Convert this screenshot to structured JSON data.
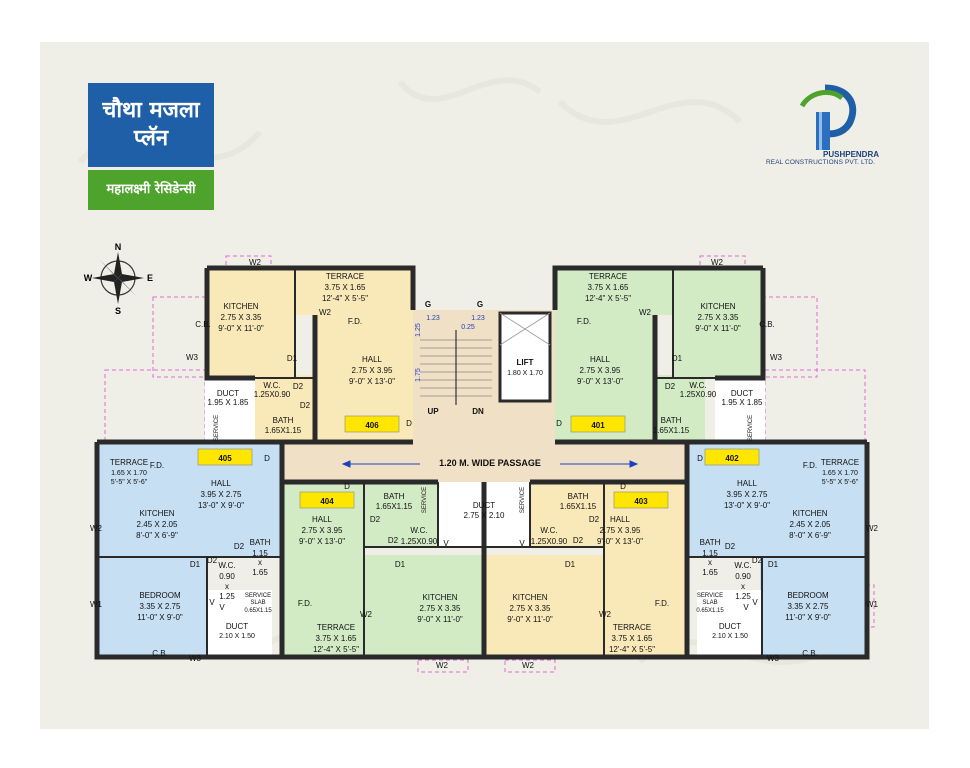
{
  "header": {
    "title_line1": "चौथा मजला",
    "title_line2": "प्लॅन",
    "project": "महालक्ष्मी रेसिडेन्सी"
  },
  "brand": {
    "name": "PUSHPENDRA",
    "tagline": "REAL CONSTRUCTIONS PVT. LTD.",
    "colors": {
      "blue": "#1f5fa8",
      "green": "#4ea32c"
    }
  },
  "compass": {
    "n": "N",
    "s": "S",
    "e": "E",
    "w": "W"
  },
  "passage": "1.20 M. WIDE PASSAGE",
  "lift": {
    "label": "LIFT",
    "size": "1.80 X 1.70"
  },
  "stair": {
    "up": "UP",
    "dn": "DN",
    "g1": "G",
    "g2": "G",
    "d1": "1.23",
    "d2": "1.23",
    "d3": "0.25",
    "v1": "1.25",
    "v2": "1.75"
  },
  "units": {
    "u406": "406",
    "u401": "401",
    "u405": "405",
    "u402": "402",
    "u404": "404",
    "u403": "403"
  },
  "room_text": {
    "terrace": "TERRACE",
    "t_size": "3.75 X 1.65",
    "t_ft": "12'-4\" X 5'-5\"",
    "kitchen": "KITCHEN",
    "k_size": "2.75 X 3.35",
    "k_ft": "9'-0\" X 11'-0\"",
    "hall": "HALL",
    "h_size": "2.75 X 3.95",
    "h_ft": "9'-0\" X 13'-0\"",
    "wc": "W.C.",
    "wc_size": "1.25X0.90",
    "bath": "BATH",
    "bath_size": "1.65X1.15",
    "duct": "DUCT",
    "duct_size": "1.95 X 1.85",
    "service": "SERVICE",
    "slab": "SLAB",
    "slab_size": "0.65X1.15",
    "cb": "C.B.",
    "fd": "F.D.",
    "w1": "W1",
    "w2": "W2",
    "w3": "W3",
    "d1": "D1",
    "d2": "D2",
    "d": "D",
    "v": "V",
    "tc_size": "1.65 X 1.70",
    "tc_ft": "5'-5\" X 5'-6\"",
    "hc_size": "3.95 X 2.75",
    "hc_ft": "13'-0\" X 9'-0\"",
    "kc_size": "2.45 X 2.05",
    "kc_ft": "8'-0\" X 6'-9\"",
    "bathc_1": "1.15",
    "bathc_x": "x",
    "bathc_2": "1.65",
    "wcc_1": "0.90",
    "wcc_2": "1.25",
    "bedroom": "BEDROOM",
    "bed_size": "3.35 X 2.75",
    "bed_ft": "11'-0\" X 9'-0\"",
    "duct_c_size": "2.10 X 1.50",
    "duct_m_size": "2.75 X 2.10",
    "wc_m_size": "1.25X0.90",
    "slab_c": "0.65X1.15"
  },
  "room_colors": {
    "yellow": "#f9e9b8",
    "green": "#d2ebc5",
    "blue": "#c6dff2",
    "wall": "#2a2a2a",
    "passage": "#efe0c6"
  }
}
